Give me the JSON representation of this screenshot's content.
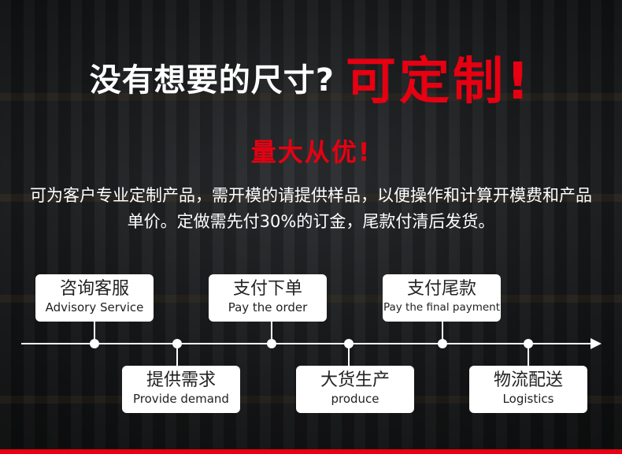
{
  "headline": {
    "question": "没有想要的尺寸?",
    "emphasis": "可定制!"
  },
  "subheadline": "量大从优!",
  "description": "可为客户专业定制产品，需开模的请提供样品，以便操作和计算开模费和产品单价。定做需先付30%的订金，尾款付清后发货。",
  "steps": [
    {
      "zh": "咨询客服",
      "en": "Advisory Service"
    },
    {
      "zh": "提供需求",
      "en": "Provide demand"
    },
    {
      "zh": "支付下单",
      "en": "Pay the order"
    },
    {
      "zh": "大货生产",
      "en": "produce"
    },
    {
      "zh": "支付尾款",
      "en": "Pay the final payment"
    },
    {
      "zh": "物流配送",
      "en": "Logistics"
    }
  ],
  "colors": {
    "accent": "#e60012",
    "text": "#ffffff",
    "box": "#ffffff"
  }
}
